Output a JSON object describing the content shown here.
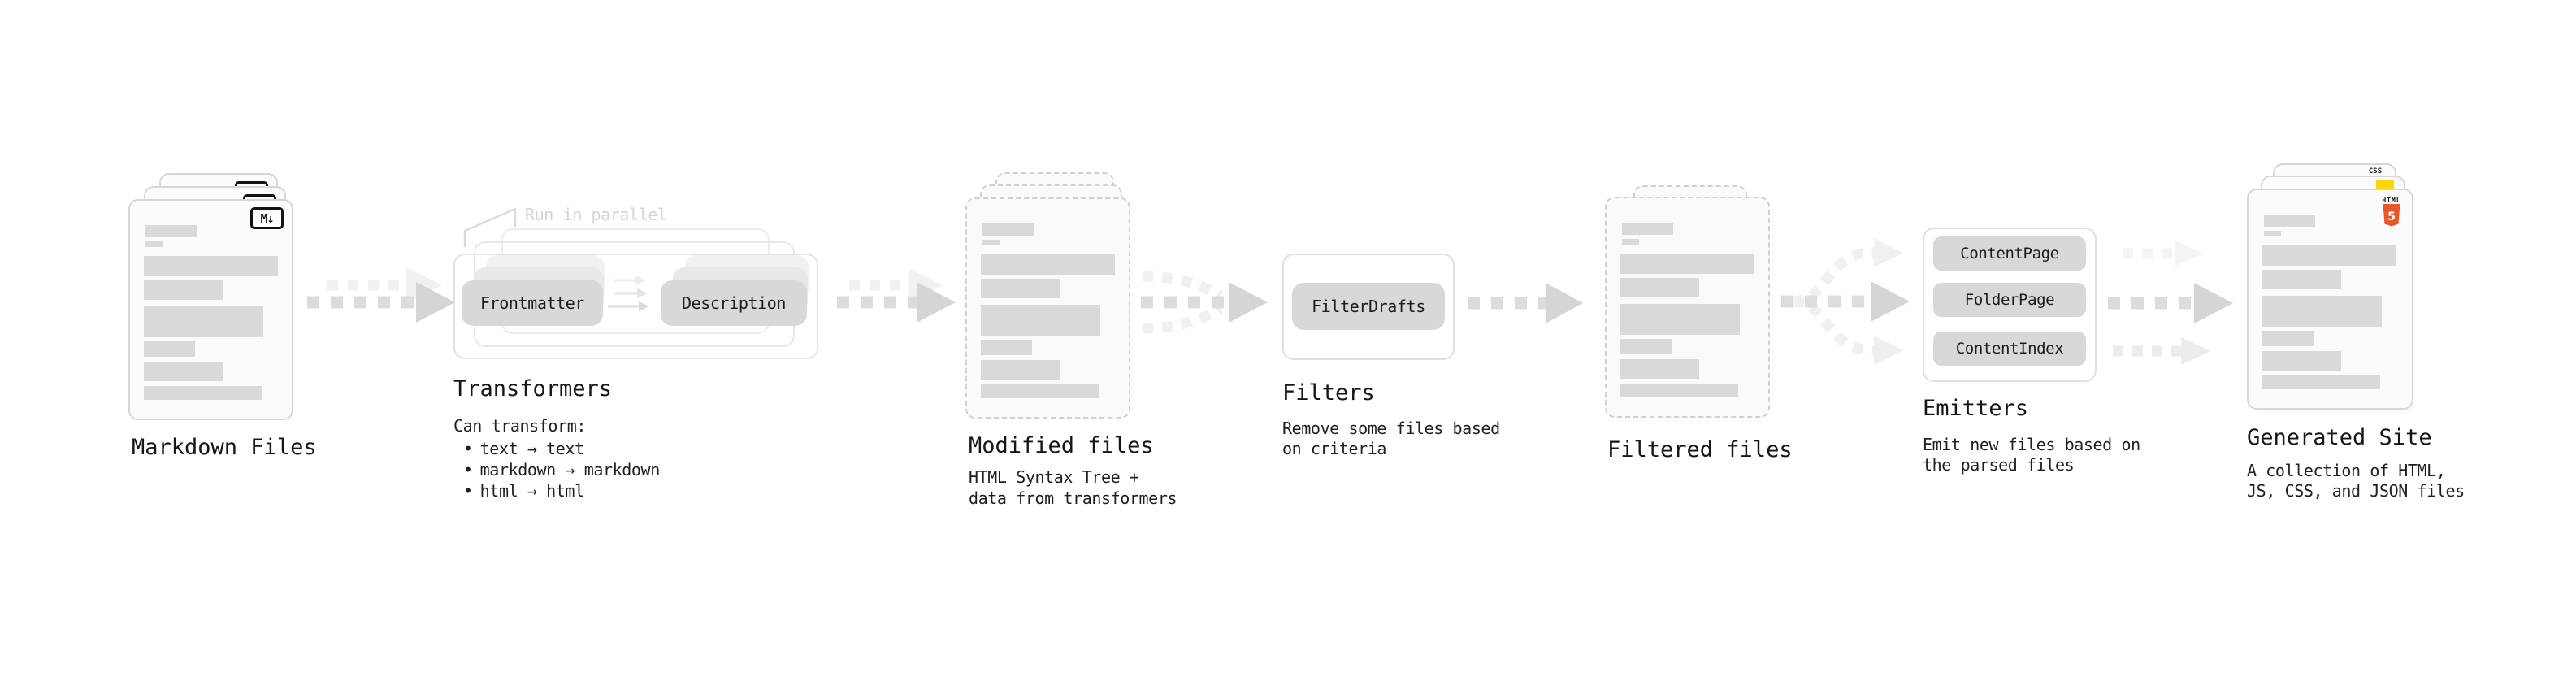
{
  "ui": {
    "bullet": "•"
  },
  "stages": {
    "markdown": {
      "title": "Markdown Files",
      "logo_text": "M↓"
    },
    "transformers": {
      "title": "Transformers",
      "parallel_label": "Run in parallel",
      "pills": [
        "Frontmatter",
        "Description"
      ],
      "desc_heading": "Can transform:",
      "bullets": [
        "text → text",
        "markdown → markdown",
        "html → html"
      ]
    },
    "modified": {
      "title": "Modified files",
      "desc": [
        "HTML Syntax Tree +",
        "data from transformers"
      ]
    },
    "filters": {
      "title": "Filters",
      "pill": "FilterDrafts",
      "desc": [
        "Remove some files based",
        "on criteria"
      ]
    },
    "filtered": {
      "title": "Filtered files"
    },
    "emitters": {
      "title": "Emitters",
      "pills": [
        "ContentPage",
        "FolderPage",
        "ContentIndex"
      ],
      "desc": [
        "Emit new files based on",
        "the parsed files"
      ]
    },
    "generated": {
      "title": "Generated Site",
      "desc": [
        "A collection of HTML,",
        "JS, CSS, and JSON files"
      ],
      "css_label": "CSS",
      "html_label": "HTML",
      "html5_number": "5"
    }
  },
  "colors": {
    "bar_gray": "#d9d9d9",
    "pill_gray": "#d8d8d8",
    "arrow_gray": "#dcdcdc",
    "arrow_head": "#d5d5d5",
    "faint_arrow": "#f1f1f1",
    "markdown_black": "#131313",
    "html5_orange": "#e8562a",
    "css_blue": "#2962ff",
    "js_yellow": "#ffd600",
    "label_light": "#d4d4d4"
  }
}
